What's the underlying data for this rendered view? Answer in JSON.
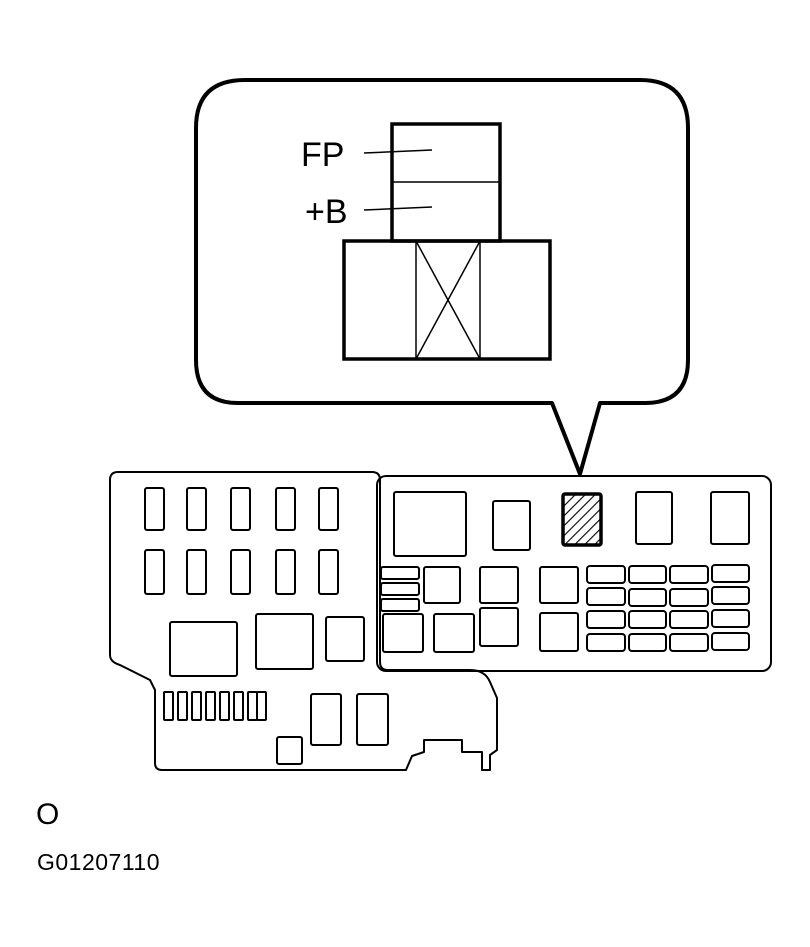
{
  "callout": {
    "terminals": [
      {
        "label": "FP"
      },
      {
        "label": "+B"
      }
    ]
  },
  "captions": {
    "view_code": "O",
    "figure_id": "G01207110"
  },
  "colors": {
    "line": "#000000",
    "background": "#ffffff"
  }
}
